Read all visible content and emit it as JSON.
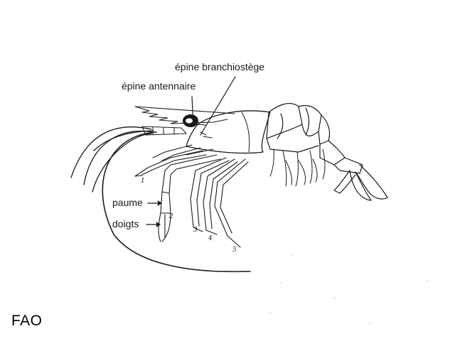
{
  "labels": {
    "branchiostegal_spine": "épine branchiostège",
    "antennal_spine": "épine antennaire",
    "palm": "paume",
    "fingers": "doigts"
  },
  "legs": [
    "1",
    "2",
    "3",
    "4",
    "5"
  ],
  "credit": "FAO",
  "colors": {
    "ink": "#1a1a1a",
    "background": "#ffffff"
  }
}
